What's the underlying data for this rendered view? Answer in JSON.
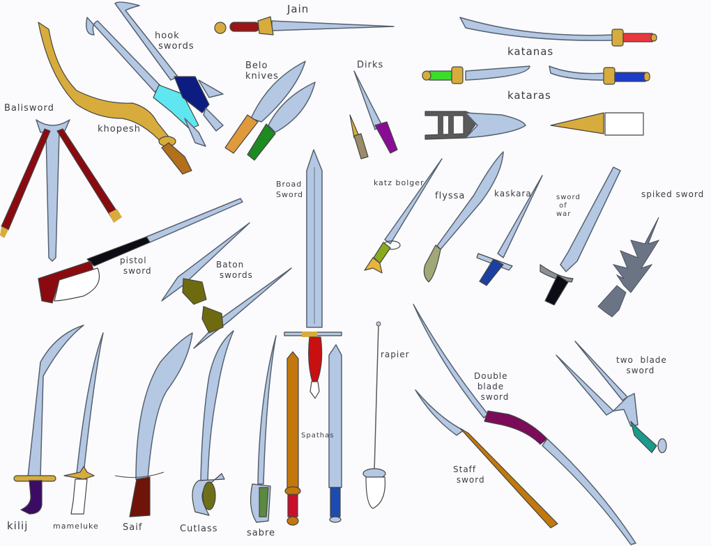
{
  "title": "Sword types illustration",
  "colors": {
    "background": "#fbfbfd",
    "blade": "#b4c8e4",
    "gold": "#d8ac3c",
    "outline": "#55606e"
  },
  "labels": {
    "jain": "Jain",
    "hook_swords": "hook\n swords",
    "belo_knives": "Belo\nknives",
    "dirks": "Dirks",
    "katanas": "katanas",
    "kataras": "kataras",
    "balisword": "Balisword",
    "khopesh": "khopesh",
    "broad_sword": "Broad\nSword",
    "katz_bolger": "katz bolger",
    "flyssa": "flyssa",
    "kaskara": "kaskara",
    "sword_of_war": "sword\n of\nwar",
    "spiked_sword": "spiked sword",
    "pistol_sword": "pistol\n sword",
    "baton_swords": "Baton\n swords",
    "rapier": "rapier",
    "double_blade_sword": "Double\n blade\n  sword",
    "two_blade_sword": "two  blade\n   sword",
    "staff_sword": "Staff\n sword",
    "spathas": "Spathas",
    "kilij": "kilij",
    "mameluke": "mameluke",
    "saif": "Saif",
    "cutlass": "Cutlass",
    "sabre": "sabre"
  },
  "items": [
    {
      "name": "Jain",
      "handle_color": "#9a1418"
    },
    {
      "name": "hook swords",
      "handle_colors": [
        "#5fe6f0",
        "#0c1c80"
      ]
    },
    {
      "name": "khopesh",
      "blade_color": "#d8ac3c",
      "handle_color": "#b26f1c"
    },
    {
      "name": "Balisword",
      "handle_color": "#8a0a10"
    },
    {
      "name": "Belo knives",
      "handle_colors": [
        "#e09a3c",
        "#1e8a22"
      ]
    },
    {
      "name": "Dirks",
      "handle_colors": [
        "#9a8c6a",
        "#8a0c94"
      ]
    },
    {
      "name": "katanas",
      "handle_colors": [
        "#e8383c",
        "#3cdc2c",
        "#1c3ccc"
      ]
    },
    {
      "name": "kataras",
      "colors": [
        "#5a5a5a",
        "#d8ac3c"
      ]
    },
    {
      "name": "Broad Sword",
      "handle_color": "#c81010"
    },
    {
      "name": "katz bolger",
      "handle_color": "#8aaa1c"
    },
    {
      "name": "flyssa",
      "handle_color": "#a0a878"
    },
    {
      "name": "kaskara",
      "handle_color": "#1c40a0"
    },
    {
      "name": "sword of war",
      "handle_color": "#0c0c14"
    },
    {
      "name": "spiked sword",
      "color": "#6a7484"
    },
    {
      "name": "pistol sword",
      "handle_color": "#8a0a10"
    },
    {
      "name": "Baton swords",
      "handle_color": "#6e6a10"
    },
    {
      "name": "kilij",
      "handle_color": "#3c0c64"
    },
    {
      "name": "mameluke",
      "handle_color": "#ffffff"
    },
    {
      "name": "Saif",
      "handle_color": "#6e1408"
    },
    {
      "name": "Cutlass",
      "handle_color": "#6e7018"
    },
    {
      "name": "sabre",
      "handle_color": "#5a8a40"
    },
    {
      "name": "Spathas",
      "handle_colors": [
        "#c8102c",
        "#1c4cb0"
      ]
    },
    {
      "name": "rapier",
      "handle_color": "#b4c8e4"
    },
    {
      "name": "Double blade sword",
      "handle_color": "#7a0c5a"
    },
    {
      "name": "Staff sword",
      "handle_color": "#c2780c"
    },
    {
      "name": "two blade sword",
      "handle_color": "#1c9a8a"
    }
  ]
}
